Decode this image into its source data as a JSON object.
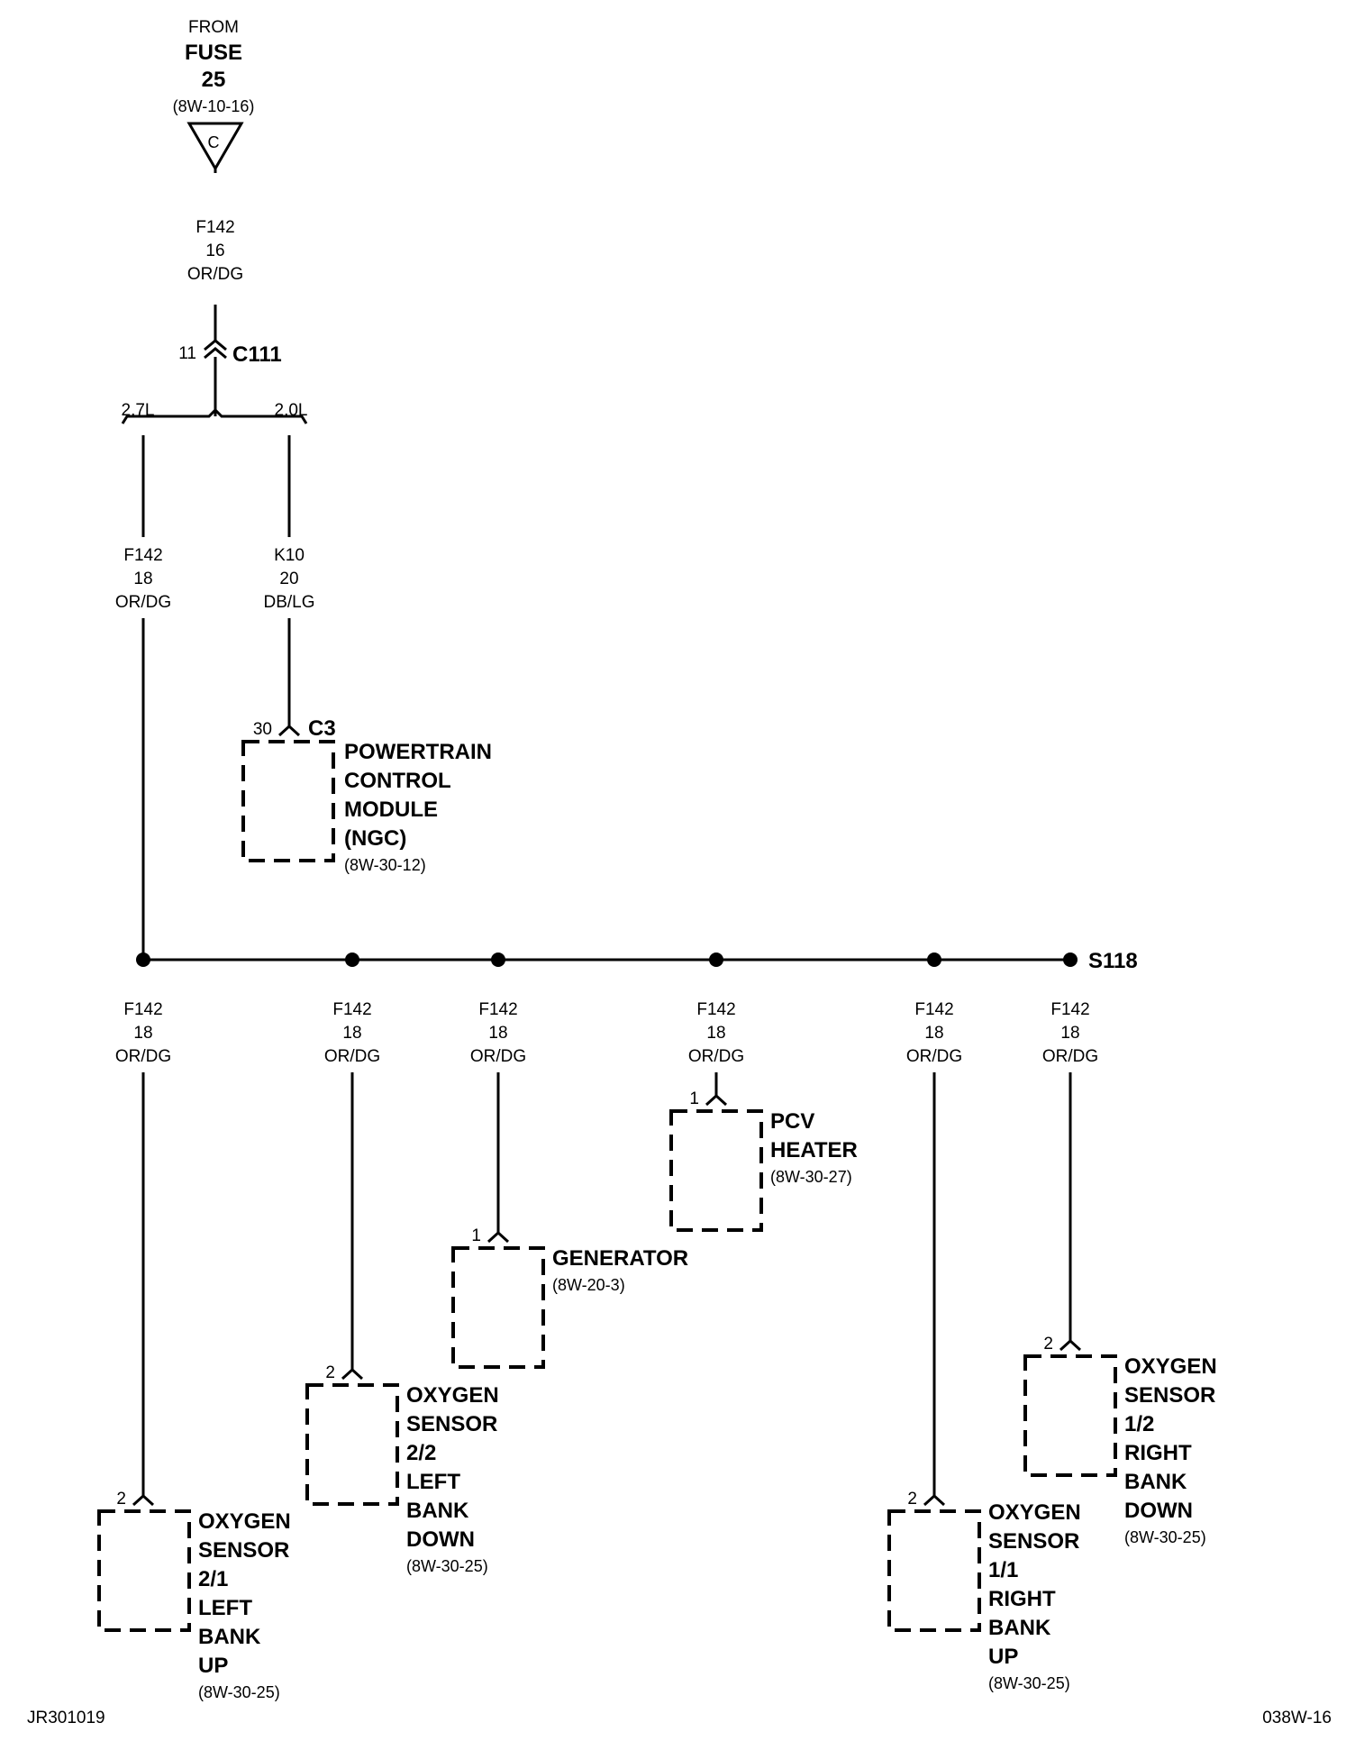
{
  "source": {
    "from": "FROM",
    "fuse": "FUSE",
    "fuse_number": "25",
    "ref": "(8W-10-16)",
    "connector_letter": "C"
  },
  "top_wire": {
    "circuit": "F142",
    "gauge": "16",
    "color": "OR/DG"
  },
  "connector_c111": {
    "pin": "11",
    "name": "C111"
  },
  "branch_left_label": "2.7L",
  "branch_right_label": "2.0L",
  "left_wire": {
    "circuit": "F142",
    "gauge": "18",
    "color": "OR/DG"
  },
  "right_wire": {
    "circuit": "K10",
    "gauge": "20",
    "color": "DB/LG"
  },
  "pcm": {
    "pin": "30",
    "connector": "C3",
    "lines": [
      "POWERTRAIN",
      "CONTROL",
      "MODULE",
      "(NGC)"
    ],
    "ref": "(8W-30-12)"
  },
  "splice": {
    "name": "S118"
  },
  "drop_wire": {
    "circuit": "F142",
    "gauge": "18",
    "color": "OR/DG"
  },
  "components": {
    "o2_21": {
      "pin": "2",
      "lines": [
        "OXYGEN",
        "SENSOR",
        "2/1",
        "LEFT",
        "BANK",
        "UP"
      ],
      "ref": "(8W-30-25)"
    },
    "o2_22": {
      "pin": "2",
      "lines": [
        "OXYGEN",
        "SENSOR",
        "2/2",
        "LEFT",
        "BANK",
        "DOWN"
      ],
      "ref": "(8W-30-25)"
    },
    "generator": {
      "pin": "1",
      "lines": [
        "GENERATOR"
      ],
      "ref": "(8W-20-3)"
    },
    "pcv": {
      "pin": "1",
      "lines": [
        "PCV",
        "HEATER"
      ],
      "ref": "(8W-30-27)"
    },
    "o2_11": {
      "pin": "2",
      "lines": [
        "OXYGEN",
        "SENSOR",
        "1/1",
        "RIGHT",
        "BANK",
        "UP"
      ],
      "ref": "(8W-30-25)"
    },
    "o2_12": {
      "pin": "2",
      "lines": [
        "OXYGEN",
        "SENSOR",
        "1/2",
        "RIGHT",
        "BANK",
        "DOWN"
      ],
      "ref": "(8W-30-25)"
    }
  },
  "footer": {
    "left": "JR301019",
    "right": "038W-16"
  }
}
